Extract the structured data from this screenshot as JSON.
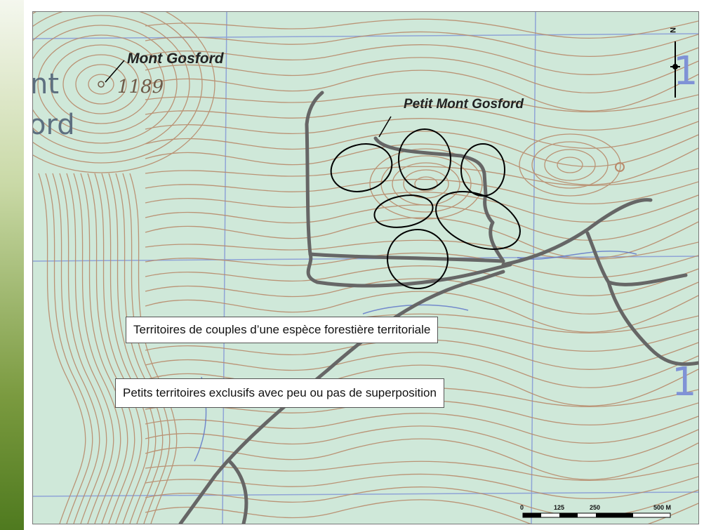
{
  "map": {
    "labels": {
      "mont_gosford": "Mont Gosford",
      "elevation": "1189",
      "petit_mont_gosford": "Petit Mont Gosford",
      "place_fragment_top": "nt",
      "place_fragment_bottom": "ord",
      "right_fragment_top": "1",
      "right_fragment_bottom": "1"
    },
    "info_boxes": {
      "territoires": "Territoires de couples d’une espèce forestière territoriale",
      "petits_territoires": "Petits territoires exclusifs avec peu ou pas de superposition"
    },
    "scale_bar": {
      "ticks": [
        "0",
        "125",
        "250",
        "500 M"
      ]
    },
    "north_arrow": {
      "letter": "N"
    }
  },
  "colors": {
    "map_background": "#cfe8d9",
    "contour": "#b88a6b",
    "road": "#666666",
    "grid": "#7f92d6",
    "territory": "#000000",
    "water": "#5a70c8"
  }
}
